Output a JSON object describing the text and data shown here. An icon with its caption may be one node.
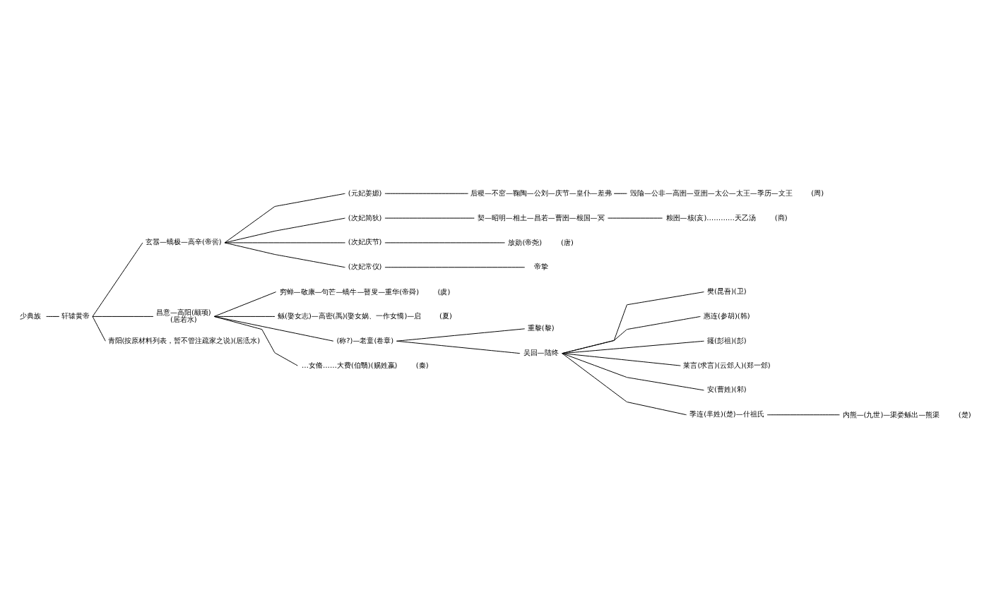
{
  "diagram": {
    "nodes": [
      {
        "text": [
          "少典族"
        ]
      },
      {
        "text": [
          "轩辕黄帝"
        ]
      },
      {
        "text": [
          "玄嚣—蟜极—高辛(帝喾)"
        ]
      },
      {
        "text": [
          "(元妃姜嫄)"
        ]
      },
      {
        "text": [
          "后稷—不窋—鞠陶—公刘—庆节—皇仆—差弗"
        ]
      },
      {
        "text": [
          "毁隃—公非—高圉—亚圉—太公—太王—季历—文王"
        ],
        "beside": [
          "(周)"
        ]
      },
      {
        "text": [
          "(次妃简狄)"
        ]
      },
      {
        "text": [
          "契—昭明—相土—昌若—曹圉—根国—冥"
        ]
      },
      {
        "text": [
          "粮圉—核(亥)…………天乙汤"
        ],
        "beside": [
          "(商)"
        ]
      },
      {
        "text": [
          "(次妃庆节)"
        ]
      },
      {
        "text": [
          "放勋(帝尧)"
        ],
        "beside": [
          "(唐)"
        ]
      },
      {
        "text": [
          "(次妃常仪)"
        ]
      },
      {
        "text": [
          "帝挚"
        ]
      },
      {
        "text": [
          "昌意—高阳(颛顼)",
          "(居若水)"
        ]
      },
      {
        "text": [
          "穷蝉—敬康—句芒—蟜牛—瞽叟—重华(帝舜)"
        ],
        "beside": [
          "(虞)"
        ]
      },
      {
        "text": [
          "鲧(娶女志)—高密(禹)(娶女娲、一作女憍)—启"
        ],
        "beside": [
          "(夏)"
        ]
      },
      {
        "text": [
          "(称?)—老童(卷章)"
        ]
      },
      {
        "text": [
          "重黎(黎)"
        ]
      },
      {
        "text": [
          "吴回—陆终"
        ]
      },
      {
        "text": [
          "樊(昆吾)(卫)"
        ]
      },
      {
        "text": [
          "惠连(参胡)(韩)"
        ]
      },
      {
        "text": [
          "籛(彭祖)(彭)"
        ]
      },
      {
        "text": [
          "莱言(求言)(云郐人)(郑一郐)"
        ]
      },
      {
        "text": [
          "安(曹姓)(邾)"
        ]
      },
      {
        "text": [
          "季连(芈姓)(楚)—什祖氏"
        ]
      },
      {
        "text": [
          "内熊—(九世)—渠娄鲧出—熊渠"
        ],
        "beside": [
          "(楚)"
        ]
      },
      {
        "text": [
          "…女脩……大费(伯翳)(赐姓嬴)"
        ],
        "beside": [
          "(秦)"
        ]
      },
      {
        "text": [
          "青阳(按原材料列表，暂不管注疏家之说)(居泜水)"
        ]
      }
    ],
    "edges": [
      {
        "from": 0,
        "to": 1,
        "arrow": "none"
      },
      {
        "from": 1,
        "to": 2,
        "arrow": "none"
      },
      {
        "from": 1,
        "to": 13,
        "arrow": "none"
      },
      {
        "from": 1,
        "to": 27,
        "arrow": "none"
      },
      {
        "from": 2,
        "to": 3,
        "arrow": "none"
      },
      {
        "from": 2,
        "to": 6,
        "arrow": "none"
      },
      {
        "from": 2,
        "to": 9,
        "arrow": "none"
      },
      {
        "from": 2,
        "to": 11,
        "arrow": "none"
      },
      {
        "from": 3,
        "to": 4,
        "arrow": "none"
      },
      {
        "from": 4,
        "to": 5,
        "arrow": "none"
      },
      {
        "from": 6,
        "to": 7,
        "arrow": "none"
      },
      {
        "from": 7,
        "to": 8,
        "arrow": "none"
      },
      {
        "from": 9,
        "to": 10,
        "arrow": "none"
      },
      {
        "from": 11,
        "to": 12,
        "arrow": "none"
      },
      {
        "from": 13,
        "to": 14,
        "arrow": "none"
      },
      {
        "from": 13,
        "to": 15,
        "arrow": "none"
      },
      {
        "from": 13,
        "to": 16,
        "arrow": "none"
      },
      {
        "from": 13,
        "to": 26,
        "arrow": "none"
      },
      {
        "from": 16,
        "to": 17,
        "arrow": "none"
      },
      {
        "from": 16,
        "to": 18,
        "arrow": "none"
      },
      {
        "from": 18,
        "to": 19,
        "arrow": "none"
      },
      {
        "from": 18,
        "to": 20,
        "arrow": "none"
      },
      {
        "from": 18,
        "to": 21,
        "arrow": "none"
      },
      {
        "from": 18,
        "to": 22,
        "arrow": "none"
      },
      {
        "from": 18,
        "to": 23,
        "arrow": "none"
      },
      {
        "from": 18,
        "to": 24,
        "arrow": "none"
      },
      {
        "from": 24,
        "to": 25,
        "arrow": "none"
      }
    ]
  }
}
